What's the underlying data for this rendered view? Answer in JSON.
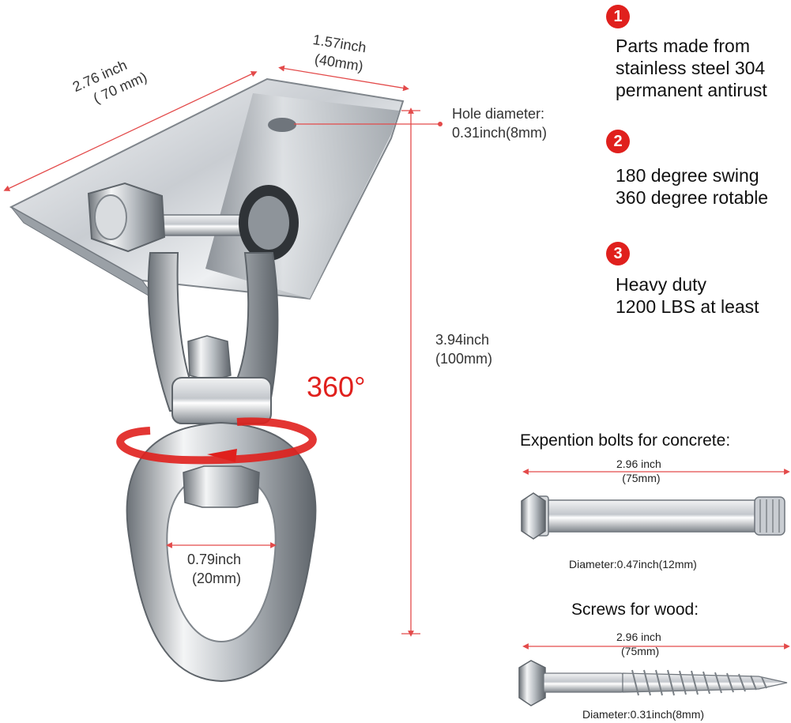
{
  "colors": {
    "accent": "#e0201d",
    "steel_light": "#eef0f2",
    "steel_mid": "#b8bdc3",
    "steel_dark": "#6f757c",
    "dimension_line": "#e34a4a"
  },
  "product_dims": {
    "plate_length": "2.76 inch",
    "plate_length_mm": "( 70 mm)",
    "plate_width": "1.57inch",
    "plate_width_mm": "(40mm)",
    "hole_label": "Hole diameter:",
    "hole_value": "0.31inch(8mm)",
    "height": "3.94inch",
    "height_mm": "(100mm)",
    "rotation": "360°",
    "ring": "0.79inch",
    "ring_mm": "(20mm)"
  },
  "features": [
    {
      "number": "1",
      "lines": [
        "Parts made from",
        "stainless steel 304",
        "permanent antirust"
      ]
    },
    {
      "number": "2",
      "lines": [
        "180 degree swing",
        "360 degree rotable"
      ]
    },
    {
      "number": "3",
      "lines": [
        "Heavy duty",
        "1200 LBS at least"
      ]
    }
  ],
  "concrete_bolt": {
    "title": "Expention bolts for concrete:",
    "length": "2.96 inch",
    "length_mm": "(75mm)",
    "diameter": "Diameter:0.47inch(12mm)"
  },
  "wood_screw": {
    "title": "Screws for wood:",
    "length": "2.96 inch",
    "length_mm": "(75mm)",
    "diameter": "Diameter:0.31inch(8mm)"
  }
}
